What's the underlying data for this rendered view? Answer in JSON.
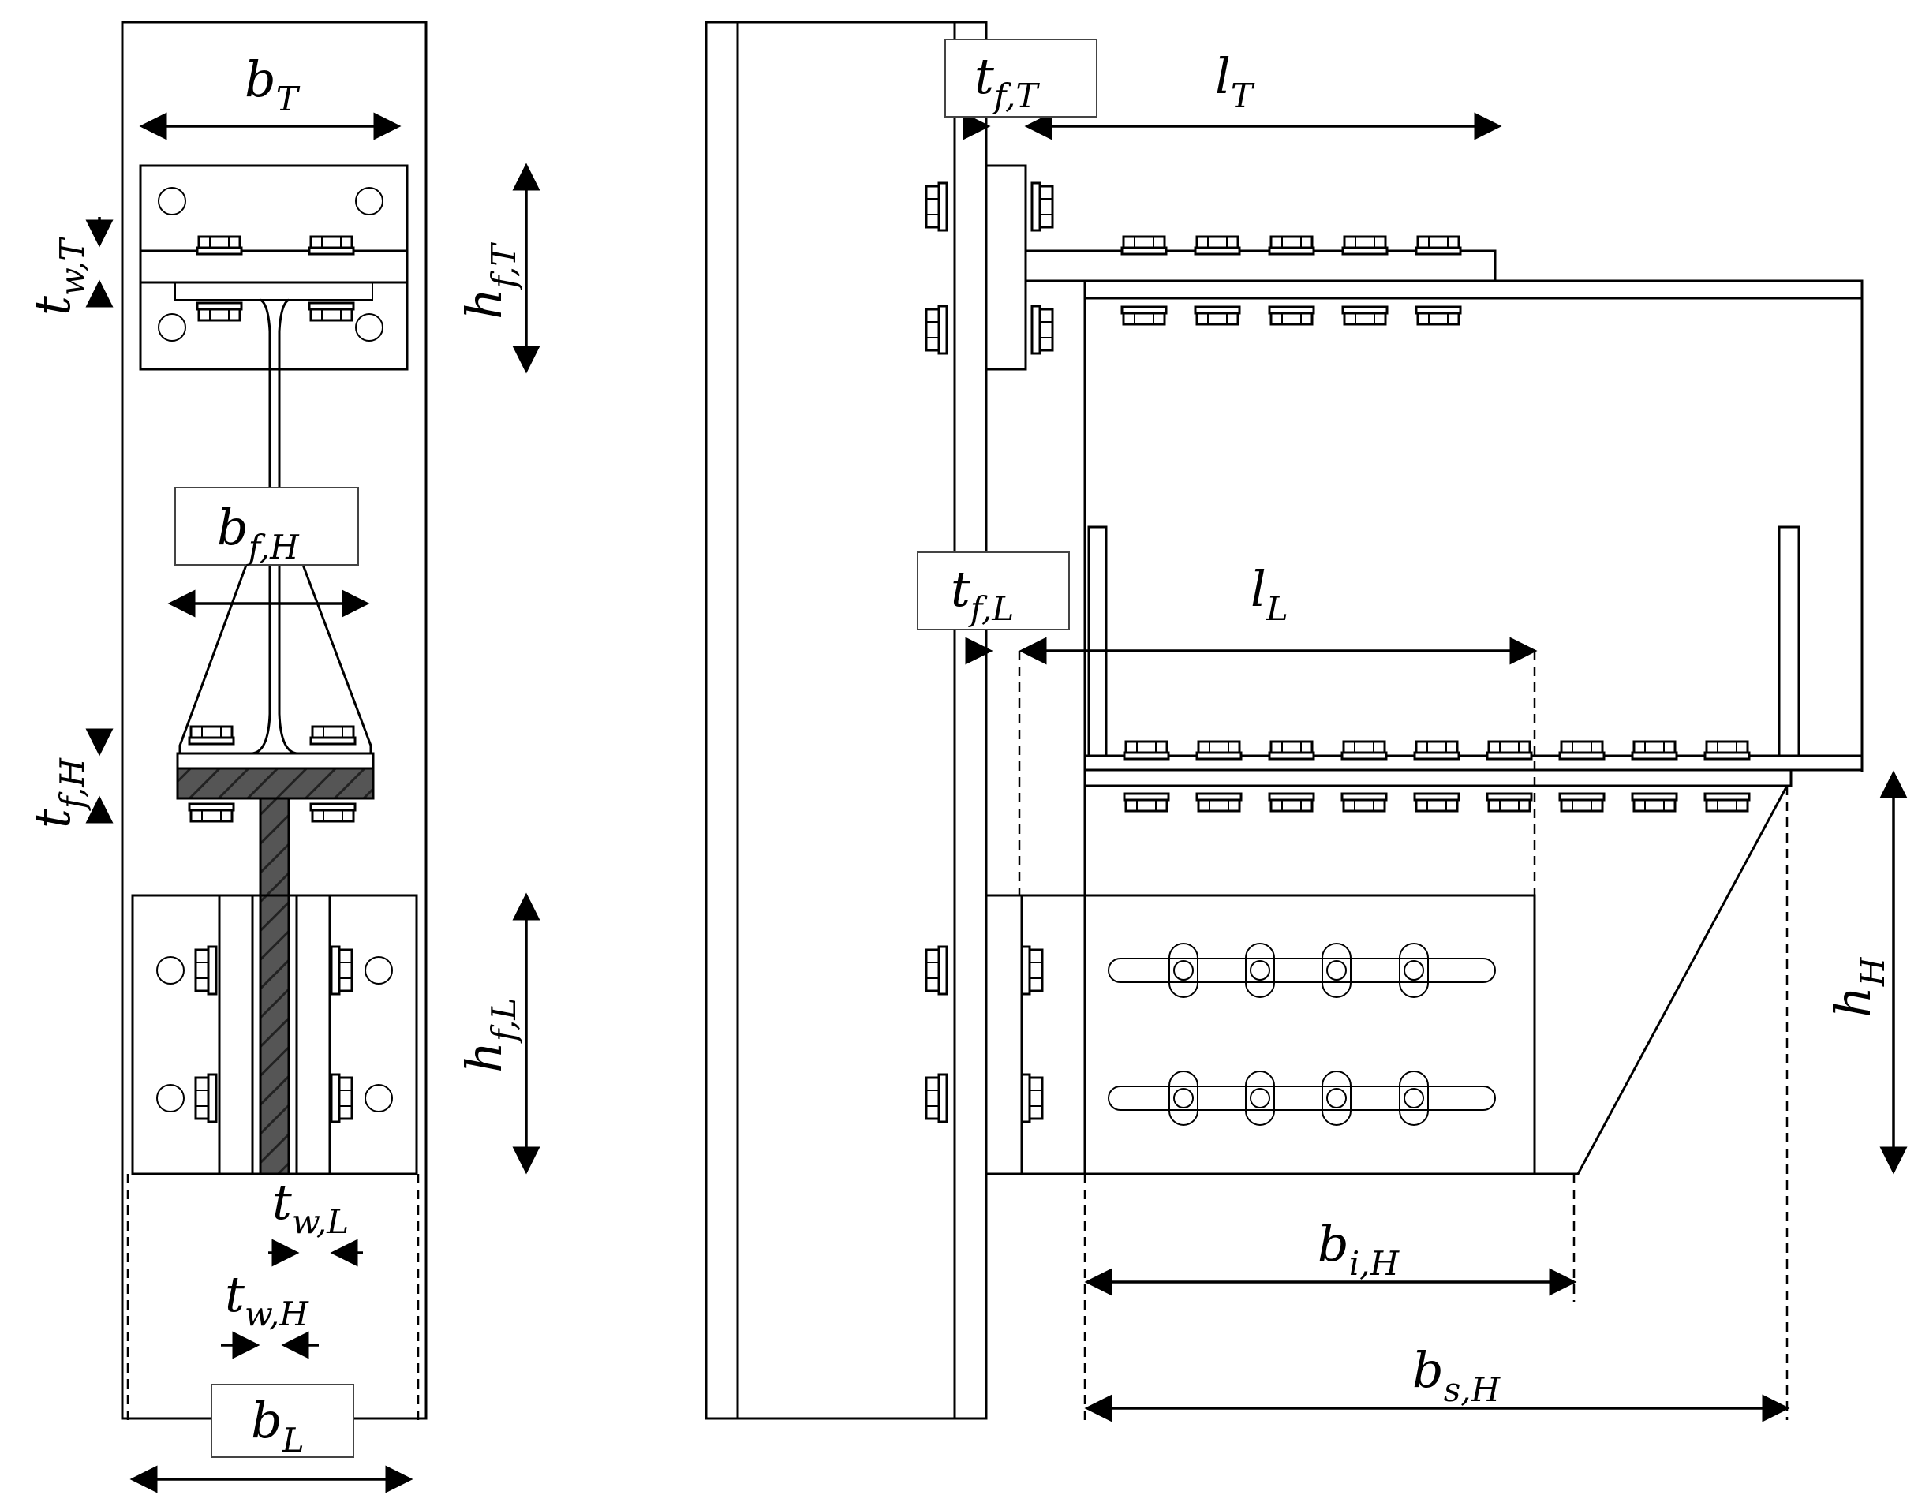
{
  "labels": {
    "b_T": {
      "main": "b",
      "sub": "T"
    },
    "t_wT": {
      "main": "t",
      "sub": "w,T"
    },
    "h_fT": {
      "main": "h",
      "sub": "f,T"
    },
    "b_fH": {
      "main": "b",
      "sub": "f,H"
    },
    "t_fH": {
      "main": "t",
      "sub": "f,H"
    },
    "h_fL": {
      "main": "h",
      "sub": "f,L"
    },
    "t_wL": {
      "main": "t",
      "sub": "w,L"
    },
    "t_wH": {
      "main": "t",
      "sub": "w,H"
    },
    "b_L": {
      "main": "b",
      "sub": "L"
    },
    "t_fT": {
      "main": "t",
      "sub": "f,T"
    },
    "l_T": {
      "main": "l",
      "sub": "T"
    },
    "t_fL": {
      "main": "t",
      "sub": "f,L"
    },
    "l_L": {
      "main": "l",
      "sub": "L"
    },
    "h_H": {
      "main": "h",
      "sub": "H"
    },
    "b_iH": {
      "main": "b",
      "sub": "i,H"
    },
    "b_sH": {
      "main": "b",
      "sub": "s,H"
    }
  },
  "colors": {
    "line": "#000000",
    "background": "#ffffff",
    "hatch_fill": "#555555"
  }
}
